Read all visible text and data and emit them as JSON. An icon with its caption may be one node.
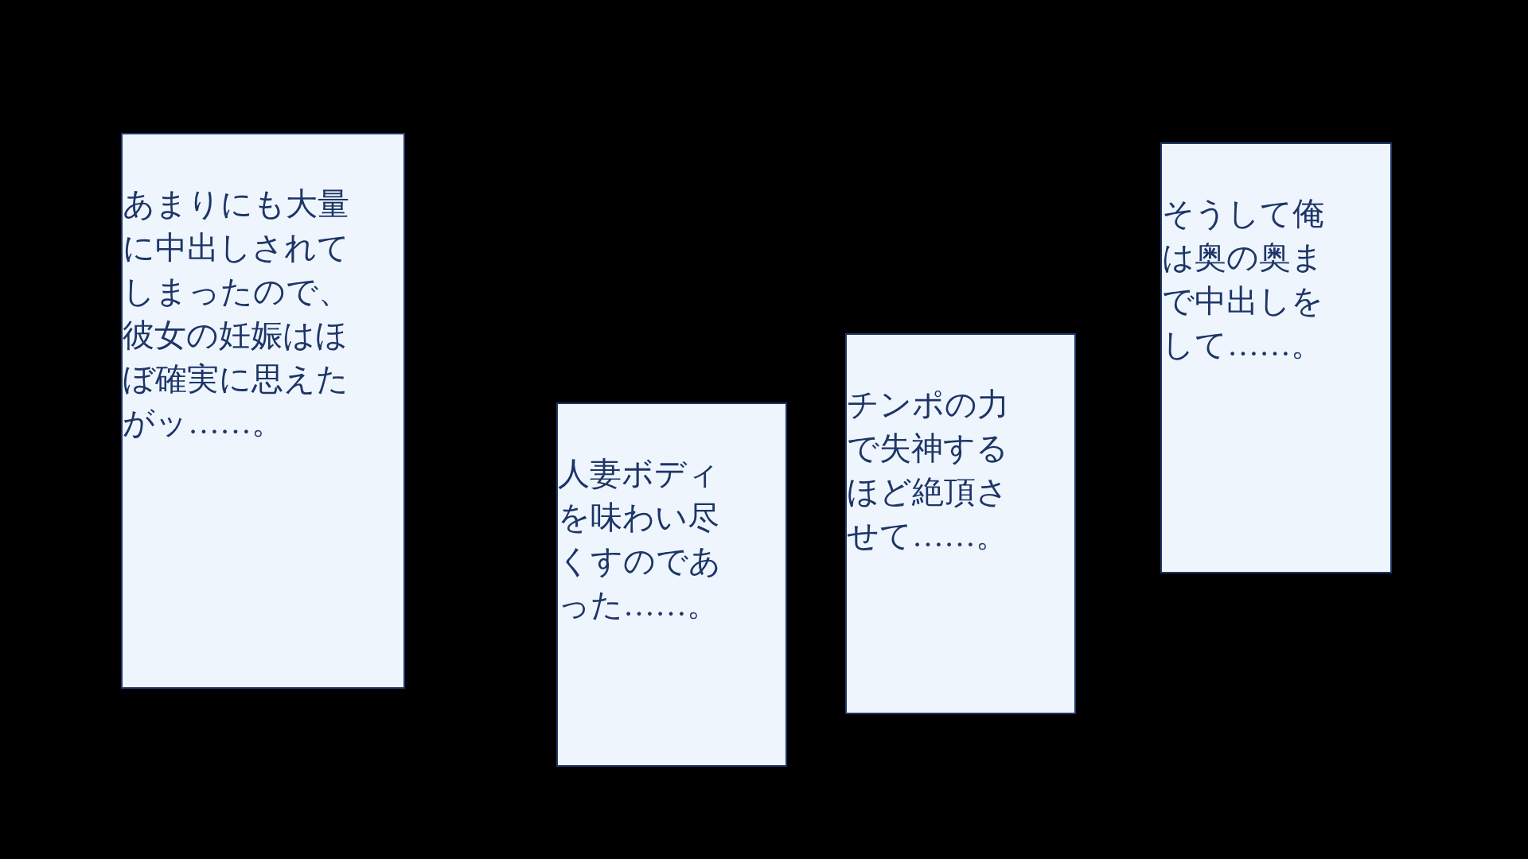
{
  "diagram": {
    "nodes": [
      {
        "text": [
          "そうして俺は奥の奥まで中出しをして……。"
        ]
      },
      {
        "text": [
          "チンポの力で失神するほど絶頂させて……。"
        ]
      },
      {
        "text": [
          "人妻ボディを味わい尽くすのであった……。"
        ]
      },
      {
        "text": [
          "あまりにも大量に中出しされてしまったので、彼女の妊娠はほぼ確実に思えたがッ……。"
        ]
      }
    ]
  }
}
